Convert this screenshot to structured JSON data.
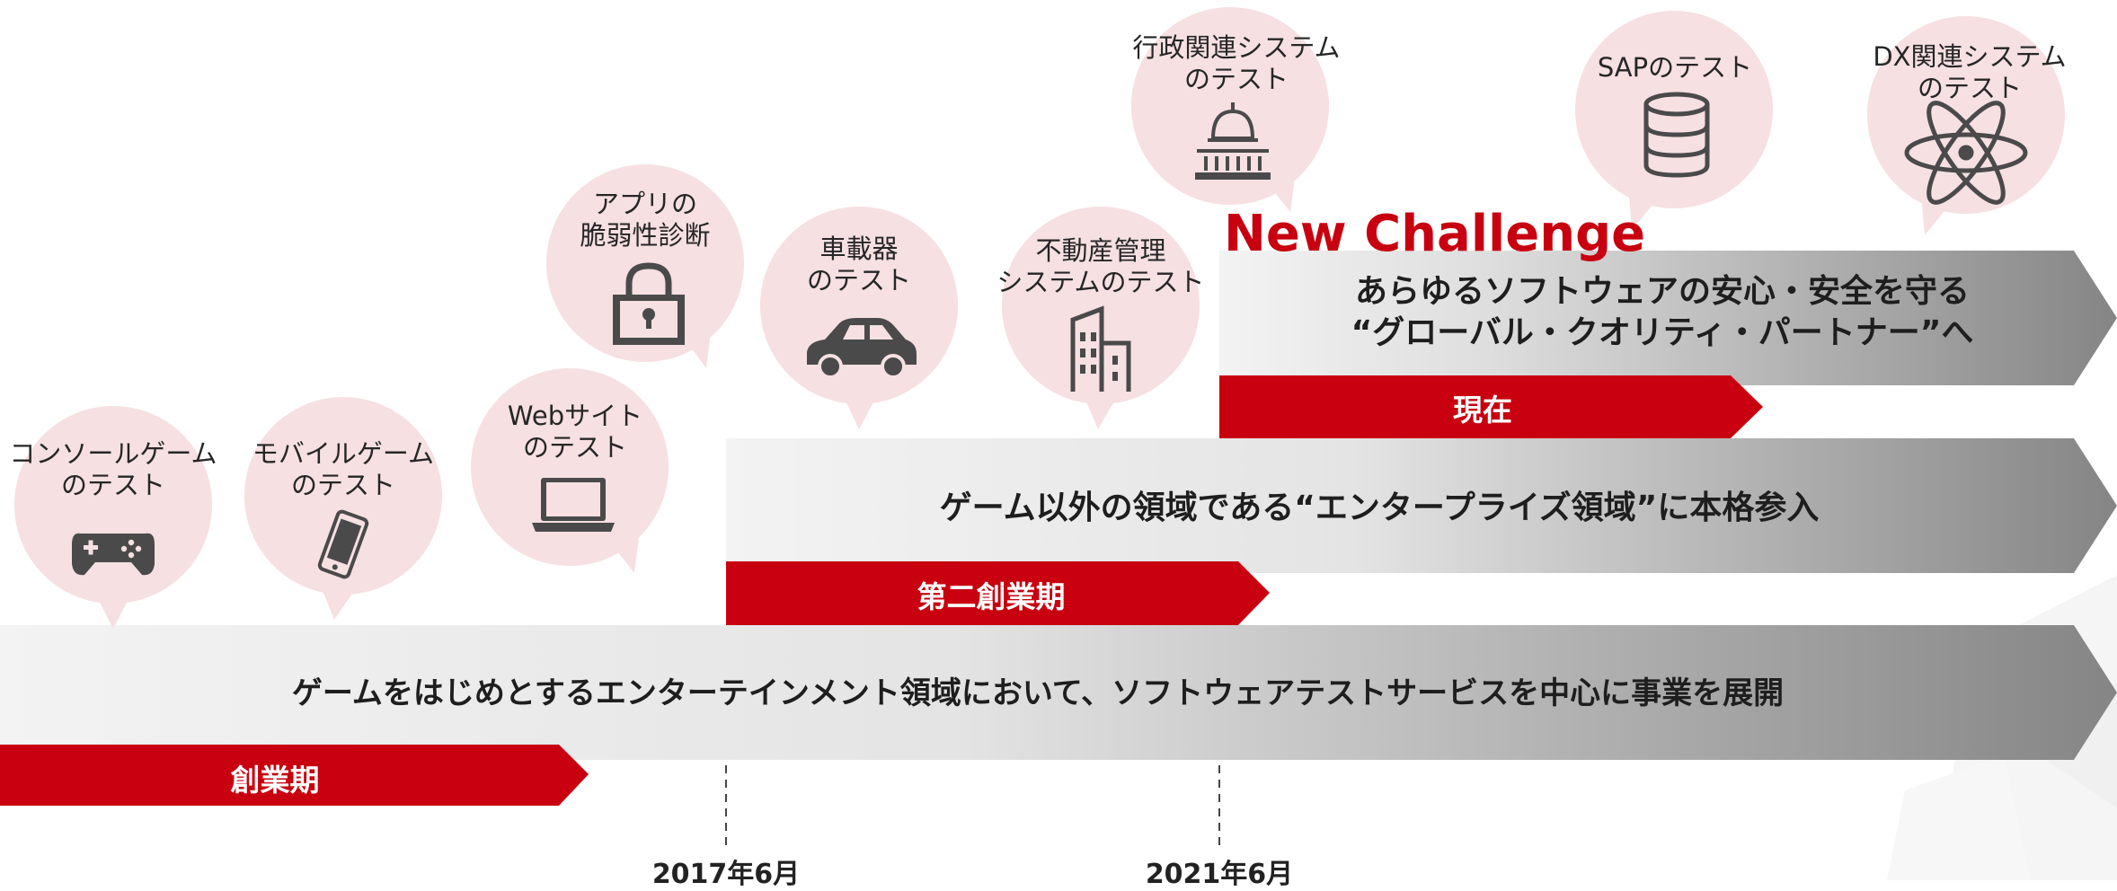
{
  "colors": {
    "accent_red": "#c8000f",
    "bubble_pink": "#f6e0e1",
    "icon_gray": "#4a4a4a",
    "band_dark": "#8a8a8a",
    "band_light": "#f2f2f2"
  },
  "new_challenge": "New Challenge",
  "bands": {
    "current": {
      "line1": "あらゆるソフトウェアの安心・安全を守る",
      "line2": "“グローバル・クオリティ・パートナー”へ"
    },
    "second": "ゲーム以外の領域である“エンタープライズ領域”に本格参入",
    "founding": "ゲームをはじめとするエンターテインメント領域において、ソフトウェアテストサービスを中心に事業を展開"
  },
  "phases": {
    "current": "現在",
    "second": "第二創業期",
    "founding": "創業期"
  },
  "dates": {
    "d2017": "2017年6月",
    "d2021": "2021年6月"
  },
  "bubbles": [
    {
      "line1": "コンソールゲーム",
      "line2": "のテスト",
      "icon": "gamepad-icon"
    },
    {
      "line1": "モバイルゲーム",
      "line2": "のテスト",
      "icon": "smartphone-icon"
    },
    {
      "line1": "Webサイト",
      "line2": "のテスト",
      "icon": "laptop-icon"
    },
    {
      "line1": "アプリの",
      "line2": "脆弱性診断",
      "icon": "lock-icon"
    },
    {
      "line1": "車載器",
      "line2": "のテスト",
      "icon": "car-icon"
    },
    {
      "line1": "不動産管理",
      "line2": "システムのテスト",
      "icon": "building-icon"
    },
    {
      "line1": "行政関連システム",
      "line2": "のテスト",
      "icon": "capitol-icon"
    },
    {
      "line1": "SAPのテスト",
      "line2": "",
      "icon": "database-icon"
    },
    {
      "line1": "DX関連システム",
      "line2": "のテスト",
      "icon": "atom-icon"
    }
  ]
}
